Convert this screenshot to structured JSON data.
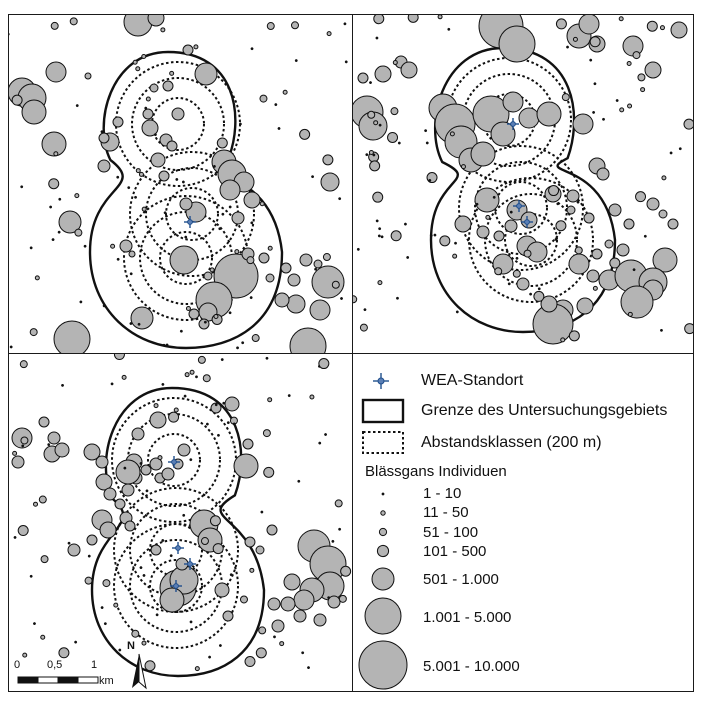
{
  "legend": {
    "turbine_label": "WEA-Standort",
    "boundary_label": "Grenze des Untersuchungsgebiets",
    "distance_label": "Abstandsklassen (200 m)",
    "size_heading": "Blässgans Individuen",
    "size_classes": [
      "1 - 10",
      "11 - 50",
      "51 - 100",
      "101 - 500",
      "501 - 1.000",
      "1.001 - 5.000",
      "5.001 - 10.000"
    ]
  },
  "scale_bar": {
    "tick_labels": [
      "0",
      "0,5",
      "1"
    ],
    "unit": "km"
  },
  "north_arrow": {
    "label": "N"
  },
  "colors": {
    "flock_fill": "#b4b4b4",
    "outline": "#111111",
    "turbine_cross": "#1f4e8c",
    "background": "#ffffff"
  },
  "icons": {
    "turbine": "wind-turbine-cross-icon",
    "north": "north-arrow-icon"
  }
}
